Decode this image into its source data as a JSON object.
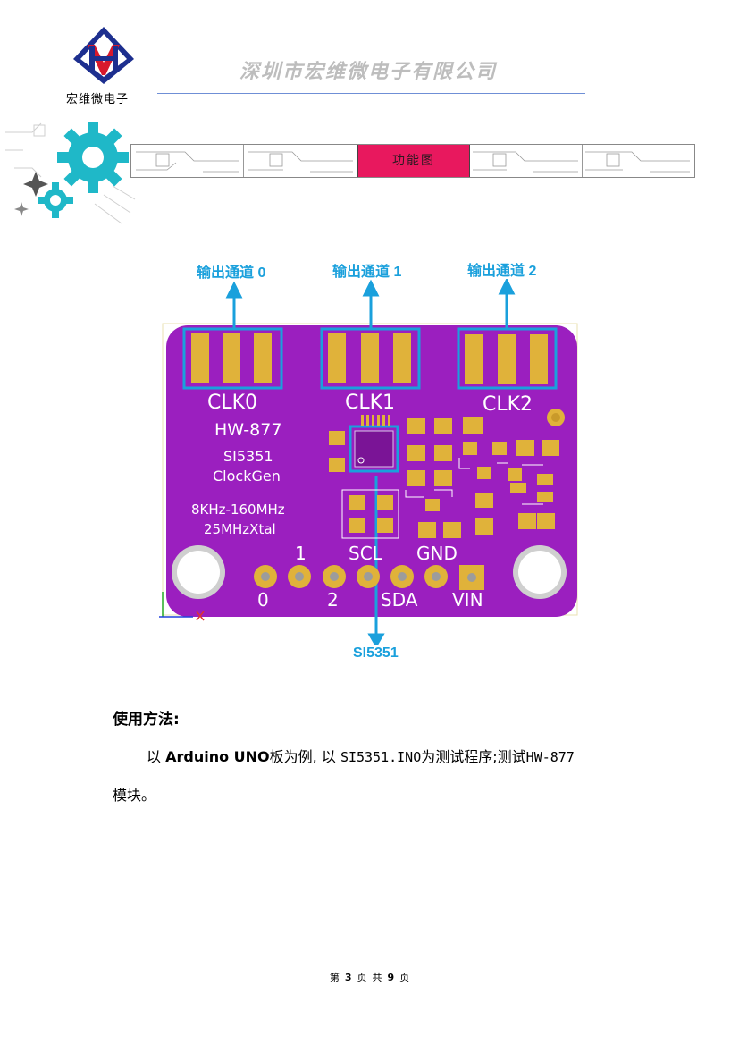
{
  "header": {
    "logo_caption": "宏维微电子",
    "company_name": "深圳市宏维微电子有限公司"
  },
  "banner": {
    "title": "功能图"
  },
  "diagram": {
    "channel_labels": [
      "输出通道 0",
      "输出通道 1",
      "输出通道 2"
    ],
    "chip_label": "SI5351",
    "board": {
      "clk_labels": [
        "CLK0",
        "CLK1",
        "CLK2"
      ],
      "model": "HW-877",
      "chip": "SI5351",
      "function": "ClockGen",
      "freq_range": "8KHz-160MHz",
      "crystal": "25MHzXtal",
      "pins_top": [
        "1",
        "SCL",
        "GND"
      ],
      "pins_bottom": [
        "0",
        "2",
        "SDA",
        "VIN"
      ]
    },
    "colors": {
      "board": "#9b1fbf",
      "pad": "#e0b23a",
      "highlight": "#1aa0dc"
    }
  },
  "body": {
    "usage_title": "使用方法:",
    "usage_line_1a": "以",
    "usage_line_1b": "Arduino UNO",
    "usage_line_1c": "板为例, 以",
    "usage_line_1d": "SI5351.INO",
    "usage_line_1e": "为测试程序;测试",
    "usage_line_1f": "HW-877",
    "usage_line_2": "模块。"
  },
  "footer": {
    "p1": "第",
    "page": "3",
    "p2": "页",
    "p3": "共",
    "total": "9",
    "p4": "页"
  }
}
